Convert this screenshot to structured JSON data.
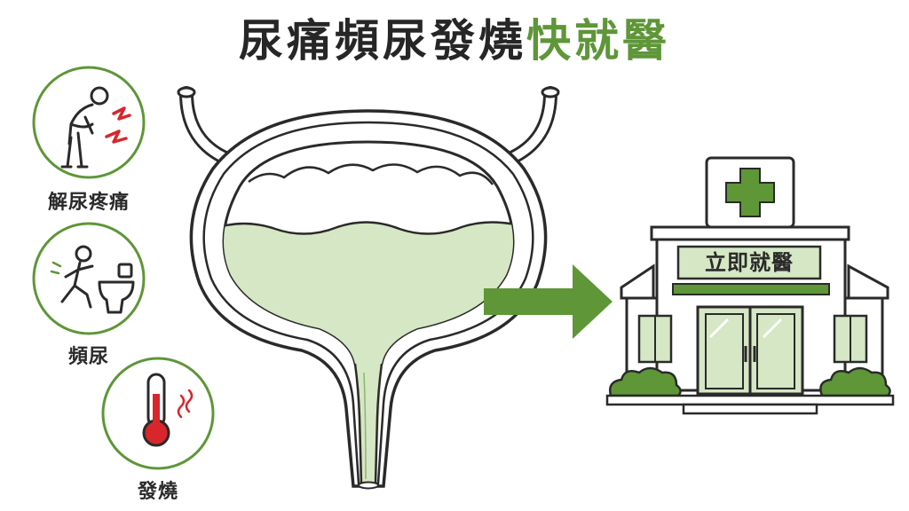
{
  "title": {
    "dark": "尿痛頻尿發燒",
    "green": "快就醫"
  },
  "symptoms": [
    {
      "label": "解尿疼痛",
      "icon": "bent-over-pain-icon"
    },
    {
      "label": "頻尿",
      "icon": "running-to-toilet-icon"
    },
    {
      "label": "發燒",
      "icon": "thermometer-icon"
    }
  ],
  "hospital": {
    "sign": "立即就醫",
    "icon": "green-cross-icon"
  },
  "colors": {
    "accent": "#5e9638",
    "accent_light": "#d5e7c4",
    "fever_red": "#d8262c",
    "outline": "#2a2a2a"
  }
}
